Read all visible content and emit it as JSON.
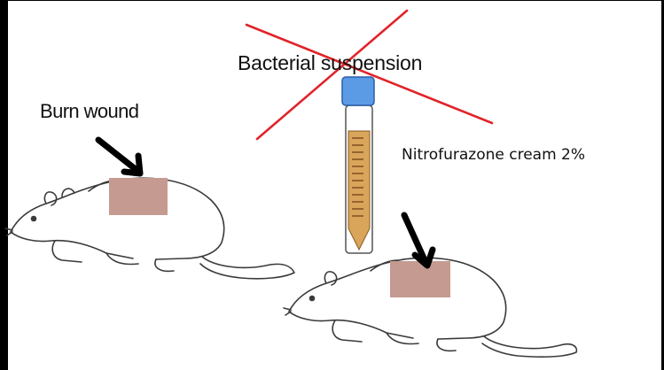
{
  "labels": {
    "bacterial_suspension": "Bacterial suspension",
    "burn_wound": "Burn wound",
    "treatment": "Nitrofurazone cream 2%"
  },
  "colors": {
    "cross": "#e0242a",
    "wound": "#c59a90",
    "tube_cap": "#5b9be6",
    "tube_liquid": "#d9a55a",
    "outline": "#333333"
  },
  "icons": [
    "rat-icon",
    "test-tube-icon",
    "arrow-icon",
    "cross-icon"
  ]
}
